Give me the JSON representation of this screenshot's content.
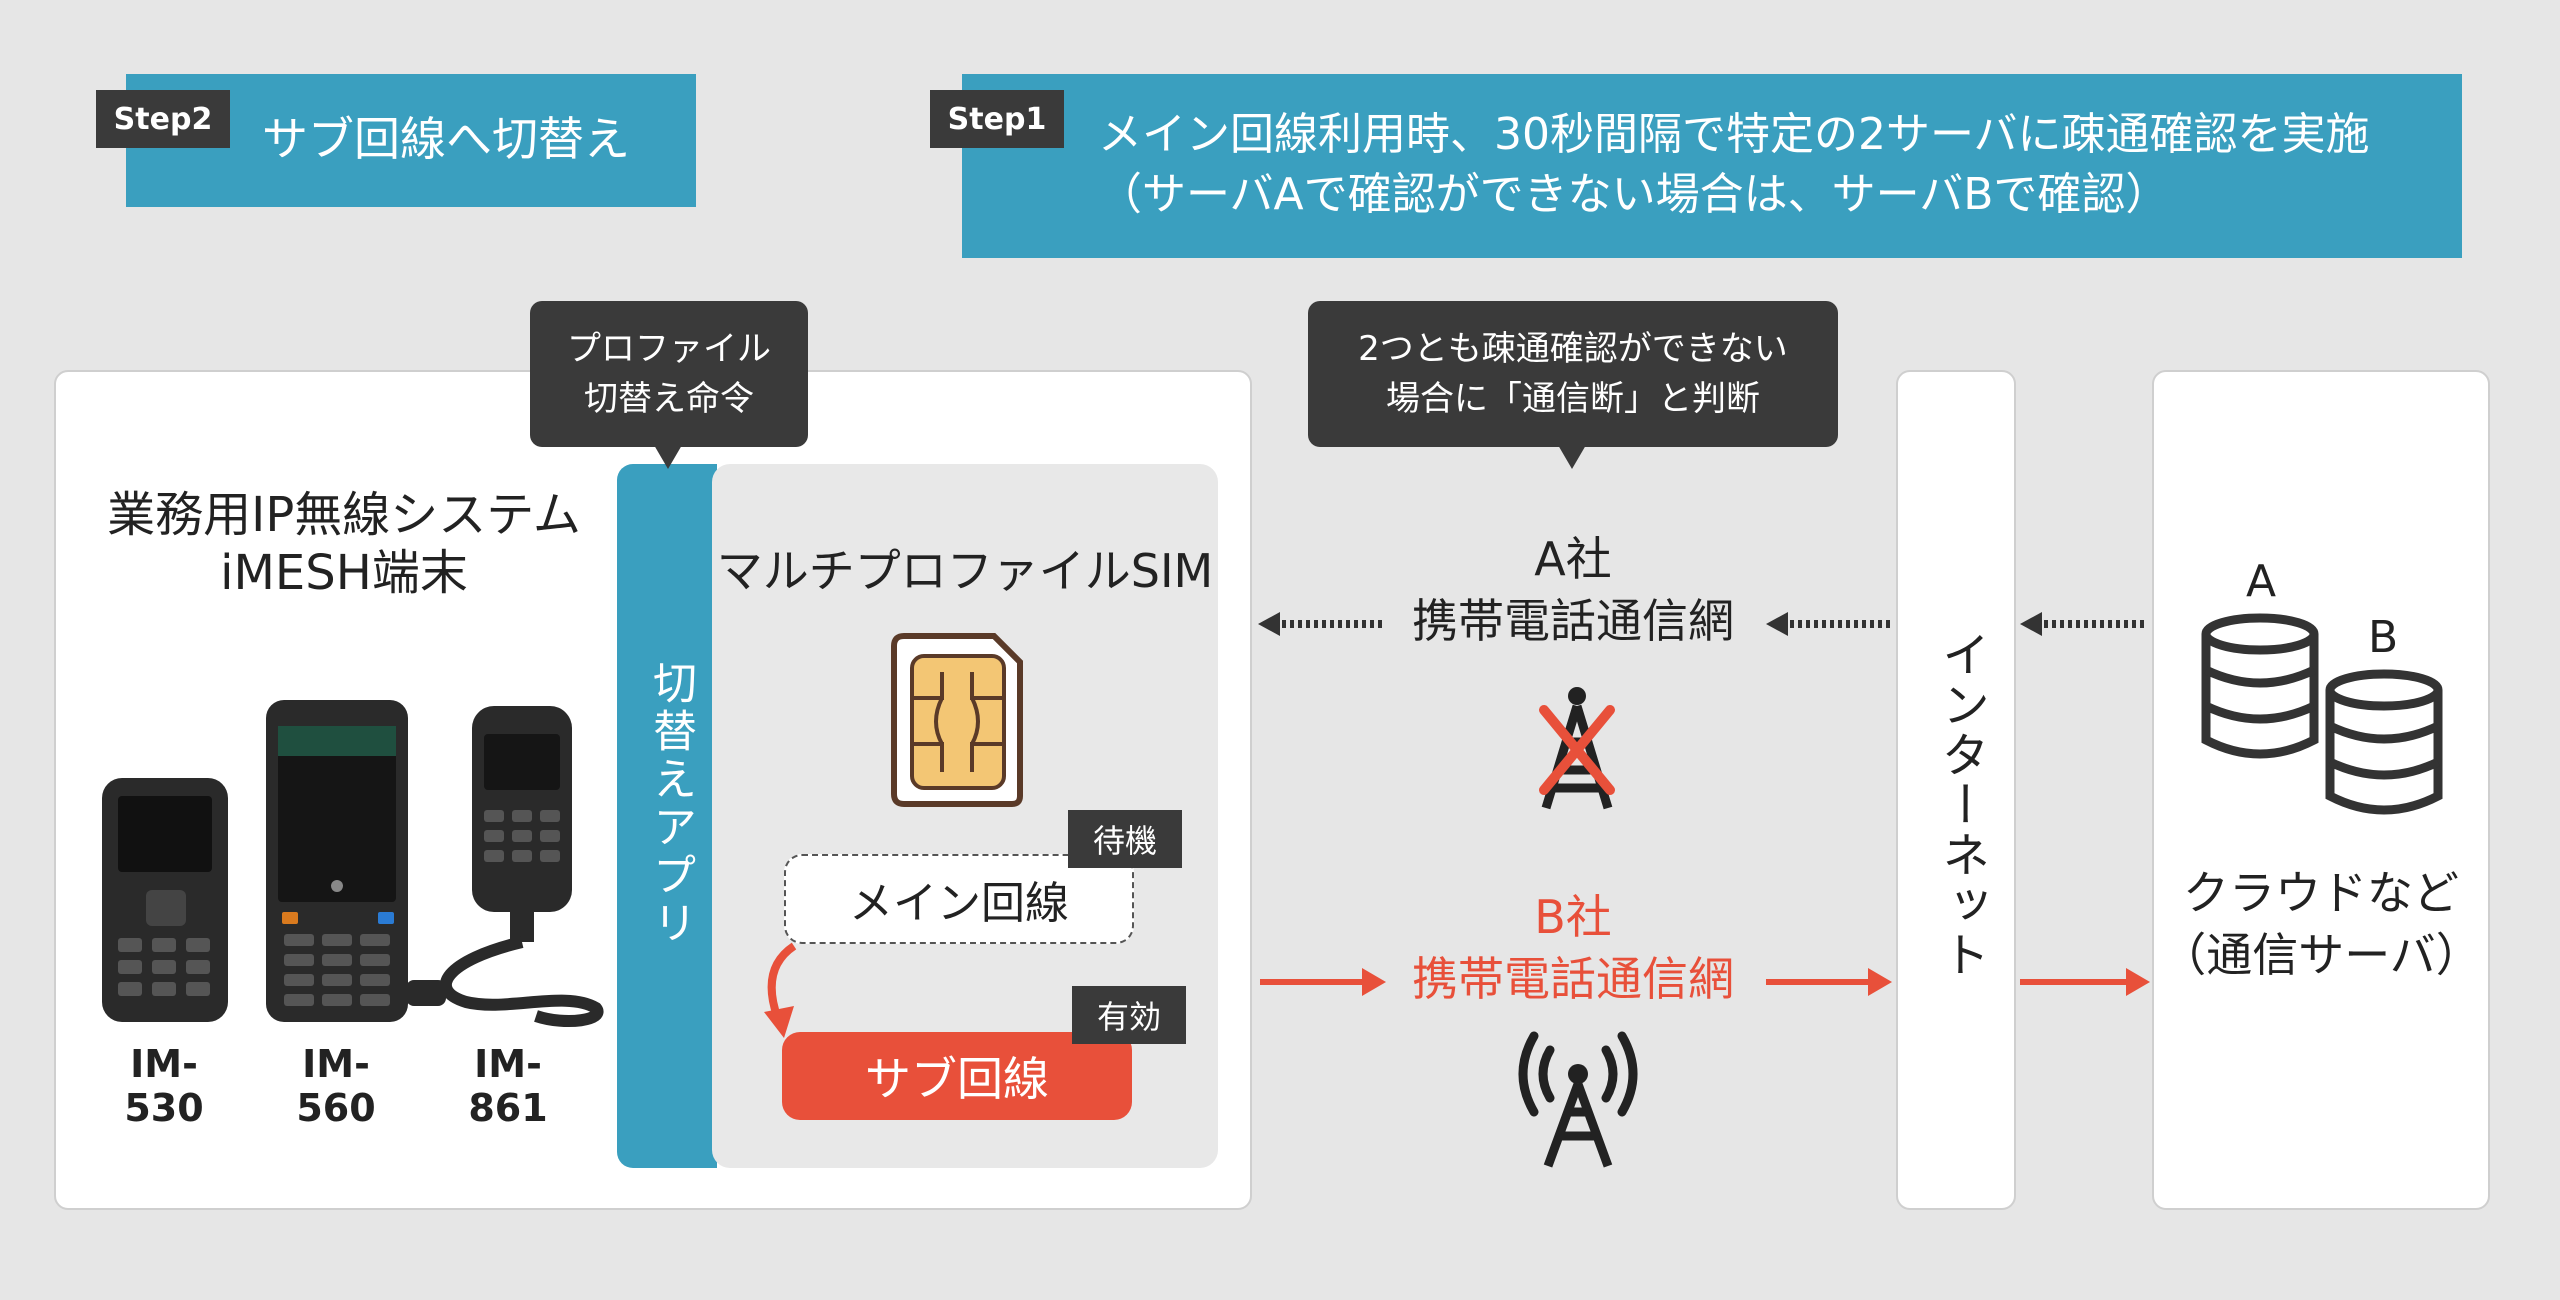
{
  "step2": {
    "tag": "Step2",
    "text": "サブ回線へ切替え"
  },
  "step1": {
    "tag": "Step1",
    "line1": "メイン回線利用時、30秒間隔で特定の2サーバに疎通確認を実施",
    "line2": "（サーバAで確認ができない場合は、サーバBで確認）"
  },
  "bubble_left": {
    "line1": "プロファイル",
    "line2": "切替え命令"
  },
  "bubble_center": {
    "line1": "2つとも疎通確認ができない",
    "line2": "場合に「通信断」と判断"
  },
  "terminal": {
    "title_line1": "業務用IP無線システム",
    "title_line2": "iMESH端末",
    "models": [
      "IM-530",
      "IM-560",
      "IM-861"
    ]
  },
  "app": {
    "label": "切替えアプリ"
  },
  "sim": {
    "title": "マルチプロファイルSIM",
    "main_line": "メイン回線",
    "main_tag": "待機",
    "sub_line": "サブ回線",
    "sub_tag": "有効"
  },
  "carrier_a": {
    "name": "A社",
    "network": "携帯電話通信網"
  },
  "carrier_b": {
    "name": "B社",
    "network": "携帯電話通信網"
  },
  "internet": {
    "label": "インターネット"
  },
  "cloud": {
    "server_a": "A",
    "server_b": "B",
    "label_line1": "クラウドなど",
    "label_line2": "（通信サーバ）"
  },
  "colors": {
    "accent": "#3a9fbf",
    "alert": "#e8503a",
    "dark": "#3a3a3a"
  }
}
